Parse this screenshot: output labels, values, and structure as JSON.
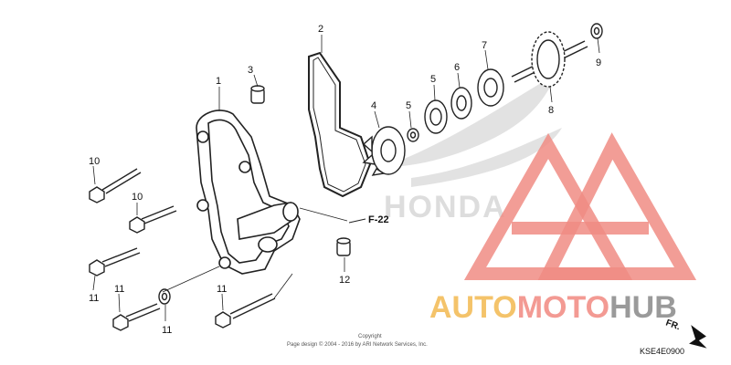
{
  "callouts": [
    "1",
    "2",
    "3",
    "4",
    "5",
    "5",
    "6",
    "7",
    "8",
    "9",
    "10",
    "10",
    "11",
    "11",
    "11",
    "11",
    "12"
  ],
  "reference": "F-22",
  "watermark_brand": {
    "part1": "AUTO",
    "part2": "MOTO",
    "part3": "HUB"
  },
  "background_logo": "HONDA",
  "copyright_line1": "Copyright",
  "copyright_line2": "Page design © 2004 - 2016 by ARI Network Services, Inc.",
  "diagram_code": "KSE4E0900",
  "direction_label": "FR.",
  "colors": {
    "watermark_red": "#f08c84",
    "watermark_orange": "#f4c36a",
    "watermark_gray": "#9a9a9a"
  }
}
